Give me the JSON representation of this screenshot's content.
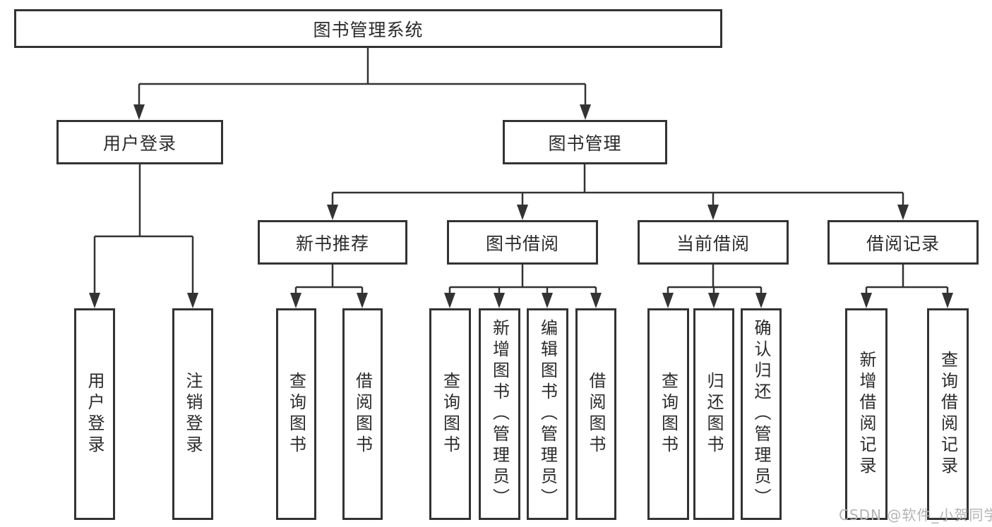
{
  "tree": {
    "root": {
      "label": "图书管理系统"
    },
    "branches": [
      {
        "label": "用户登录",
        "children": [
          "用户登录",
          "注销登录"
        ]
      },
      {
        "label": "图书管理",
        "children": [
          {
            "label": "新书推荐",
            "children": [
              "查询图书",
              "借阅图书"
            ]
          },
          {
            "label": "图书借阅",
            "children": [
              "查询图书",
              "新增图书（管理员）",
              "编辑图书（管理员）",
              "借阅图书"
            ]
          },
          {
            "label": "当前借阅",
            "children": [
              "查询图书",
              "归还图书",
              "确认归还（管理员）"
            ]
          },
          {
            "label": "借阅记录",
            "children": [
              "新增借阅记录",
              "查询借阅记录"
            ]
          }
        ]
      }
    ]
  },
  "watermark": "CSDN @软件_小贺同学",
  "colors": {
    "line": "#333333",
    "box_border": "#333333",
    "text": "#2b2b2b",
    "background": "#ffffff",
    "watermark": "#b5b2b2"
  }
}
